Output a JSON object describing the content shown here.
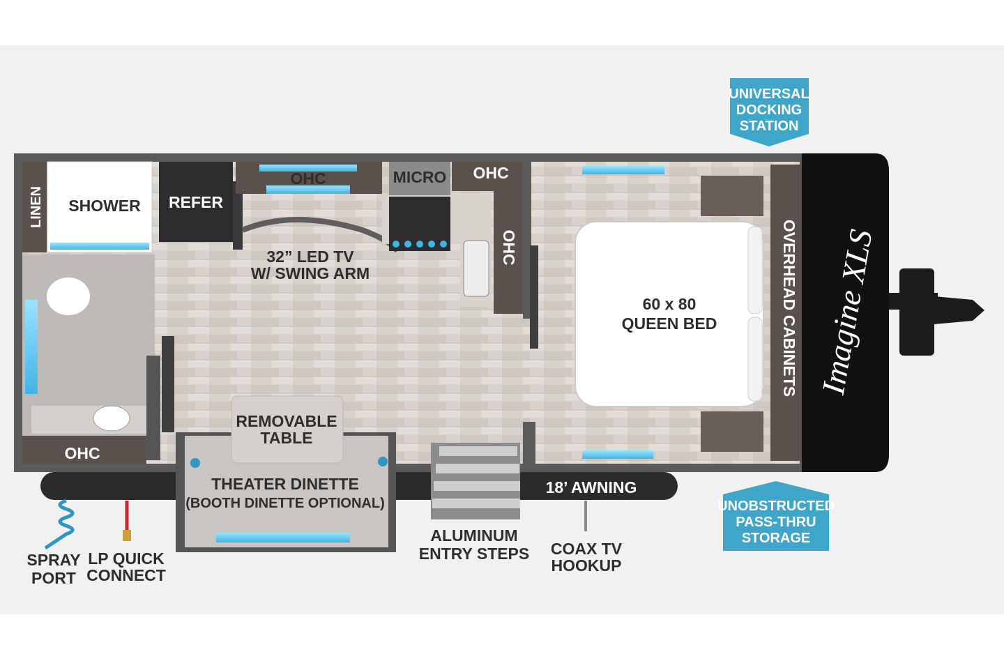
{
  "floorplan": {
    "brand_logo": "Imagine XLS",
    "rooms": {
      "linen": "LINEN",
      "shower": "SHOWER",
      "refer": "REFER",
      "ohc_top": "OHC",
      "micro": "MICRO",
      "ohc_right": "OHC",
      "ohc_vertical": "OHC",
      "tv_line1": "32” LED TV",
      "tv_line2": "W/ SWING ARM",
      "bed_line1": "60 x 80",
      "bed_line2": "QUEEN BED",
      "overhead_cabinets": "OVERHEAD CABINETS",
      "ohc_bottom": "OHC",
      "removable_table_line1": "REMOVABLE",
      "removable_table_line2": "TABLE",
      "dinette_line1": "THEATER DINETTE",
      "dinette_line2": "(BOOTH DINETTE OPTIONAL)",
      "awning": "18’ AWNING"
    },
    "exterior": {
      "spray_port_line1": "SPRAY",
      "spray_port_line2": "PORT",
      "lp_line1": "LP QUICK",
      "lp_line2": "CONNECT",
      "steps_line1": "ALUMINUM",
      "steps_line2": "ENTRY STEPS",
      "coax_line1": "COAX TV",
      "coax_line2": "HOOKUP"
    },
    "callouts": {
      "docking_line1": "UNIVERSAL",
      "docking_line2": "DOCKING",
      "docking_line3": "STATION",
      "storage_line1": "UNOBSTRUCTED",
      "storage_line2": "PASS-THRU",
      "storage_line3": "STORAGE"
    },
    "colors": {
      "callout": "#3fa6c9",
      "shell": "#5a5a5a",
      "floor": "#d9d4cf",
      "cabinet": "#5b514c",
      "dark_appliance": "#2c2c2e",
      "front_cap": "#111111",
      "window_glow": "#59c6f0"
    }
  }
}
